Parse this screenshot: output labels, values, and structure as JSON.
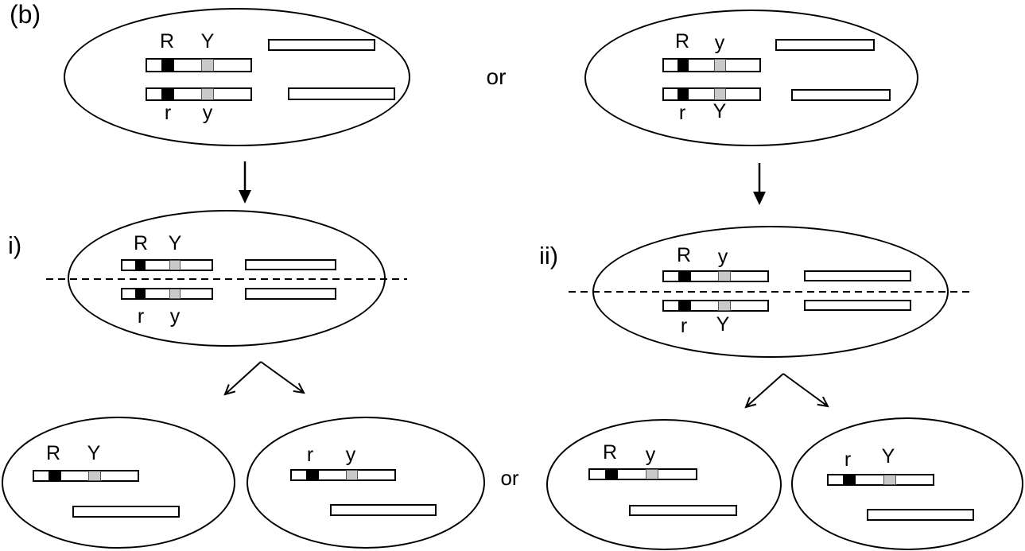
{
  "figure": {
    "panel_label": "(b)"
  },
  "labels": {
    "or_top": "or",
    "or_bottom": "or",
    "division_i": "i)",
    "division_ii": "ii)"
  },
  "colors": {
    "stroke": "#000000",
    "band_r_locus": "#000000",
    "band_y_locus": "#c9c9c9",
    "background": "#ffffff"
  },
  "cells": {
    "parent_left": {
      "chrom_top": {
        "gene_r": "R",
        "gene_y": "Y"
      },
      "chrom_bottom": {
        "gene_r": "r",
        "gene_y": "y"
      }
    },
    "parent_right": {
      "chrom_top": {
        "gene_r": "R",
        "gene_y": "y"
      },
      "chrom_bottom": {
        "gene_r": "r",
        "gene_y": "Y"
      }
    },
    "metaphase_i": {
      "chrom_top": {
        "gene_r": "R",
        "gene_y": "Y"
      },
      "chrom_bottom": {
        "gene_r": "r",
        "gene_y": "y"
      }
    },
    "metaphase_ii": {
      "chrom_top": {
        "gene_r": "R",
        "gene_y": "y"
      },
      "chrom_bottom": {
        "gene_r": "r",
        "gene_y": "Y"
      }
    },
    "gamete_i_left": {
      "chrom_top": {
        "gene_r": "R",
        "gene_y": "Y"
      }
    },
    "gamete_i_right": {
      "chrom_top": {
        "gene_r": "r",
        "gene_y": "y"
      }
    },
    "gamete_ii_left": {
      "chrom_top": {
        "gene_r": "R",
        "gene_y": "y"
      }
    },
    "gamete_ii_right": {
      "chrom_top": {
        "gene_r": "r",
        "gene_y": "Y"
      }
    }
  }
}
